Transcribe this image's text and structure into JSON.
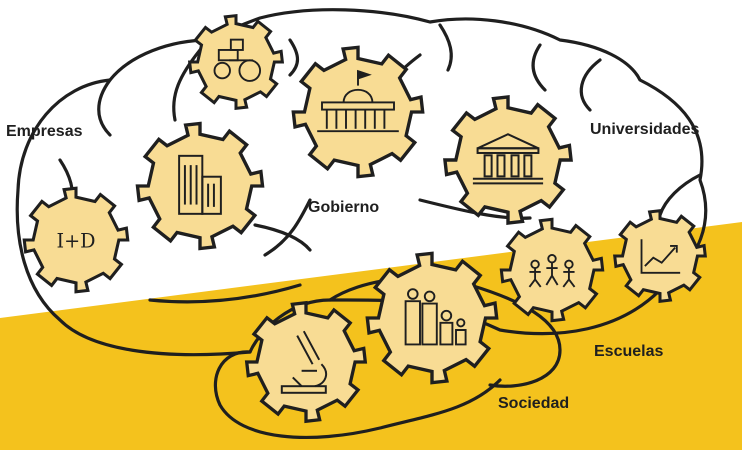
{
  "labels": {
    "empresas": "Empresas",
    "universidades": "Universidades",
    "gobierno": "Gobierno",
    "escuelas": "Escuelas",
    "sociedad": "Sociedad"
  },
  "gears": [
    {
      "name": "tractor",
      "icon": "tractor-icon"
    },
    {
      "name": "capitol",
      "icon": "capitol-building-icon"
    },
    {
      "name": "university",
      "icon": "university-building-icon"
    },
    {
      "name": "office",
      "icon": "office-building-icon"
    },
    {
      "name": "i-d",
      "icon": "i-mas-d-icon",
      "text": "I+D"
    },
    {
      "name": "microscope",
      "icon": "microscope-icon"
    },
    {
      "name": "people",
      "icon": "people-icon"
    },
    {
      "name": "school",
      "icon": "children-icon"
    },
    {
      "name": "growth",
      "icon": "growth-chart-icon"
    }
  ],
  "colors": {
    "accent": "#f4c21d",
    "gear_fill": "#f8dc94",
    "ink": "#1f1f1f"
  }
}
